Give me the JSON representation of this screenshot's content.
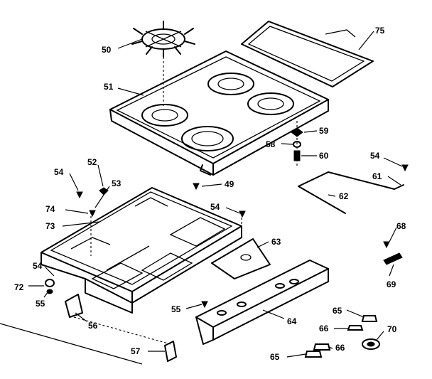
{
  "callouts": [
    {
      "id": "c50",
      "text": "50"
    },
    {
      "id": "c75",
      "text": "75"
    },
    {
      "id": "c51",
      "text": "51"
    },
    {
      "id": "c59",
      "text": "59"
    },
    {
      "id": "c58",
      "text": "58"
    },
    {
      "id": "c60",
      "text": "60"
    },
    {
      "id": "c54a",
      "text": "54"
    },
    {
      "id": "c52",
      "text": "52"
    },
    {
      "id": "c53",
      "text": "53"
    },
    {
      "id": "c49",
      "text": "49"
    },
    {
      "id": "c54b",
      "text": "54"
    },
    {
      "id": "c61",
      "text": "61"
    },
    {
      "id": "c62",
      "text": "62"
    },
    {
      "id": "c74",
      "text": "74"
    },
    {
      "id": "c73",
      "text": "73"
    },
    {
      "id": "c54c",
      "text": "54"
    },
    {
      "id": "c63",
      "text": "63"
    },
    {
      "id": "c68",
      "text": "68"
    },
    {
      "id": "c54d",
      "text": "54"
    },
    {
      "id": "c72",
      "text": "72"
    },
    {
      "id": "c69",
      "text": "69"
    },
    {
      "id": "c55a",
      "text": "55"
    },
    {
      "id": "c55b",
      "text": "55"
    },
    {
      "id": "c64",
      "text": "64"
    },
    {
      "id": "c56",
      "text": "56"
    },
    {
      "id": "c65a",
      "text": "65"
    },
    {
      "id": "c66a",
      "text": "66"
    },
    {
      "id": "c70",
      "text": "70"
    },
    {
      "id": "c57",
      "text": "57"
    },
    {
      "id": "c65b",
      "text": "65"
    },
    {
      "id": "c66b",
      "text": "66"
    }
  ]
}
